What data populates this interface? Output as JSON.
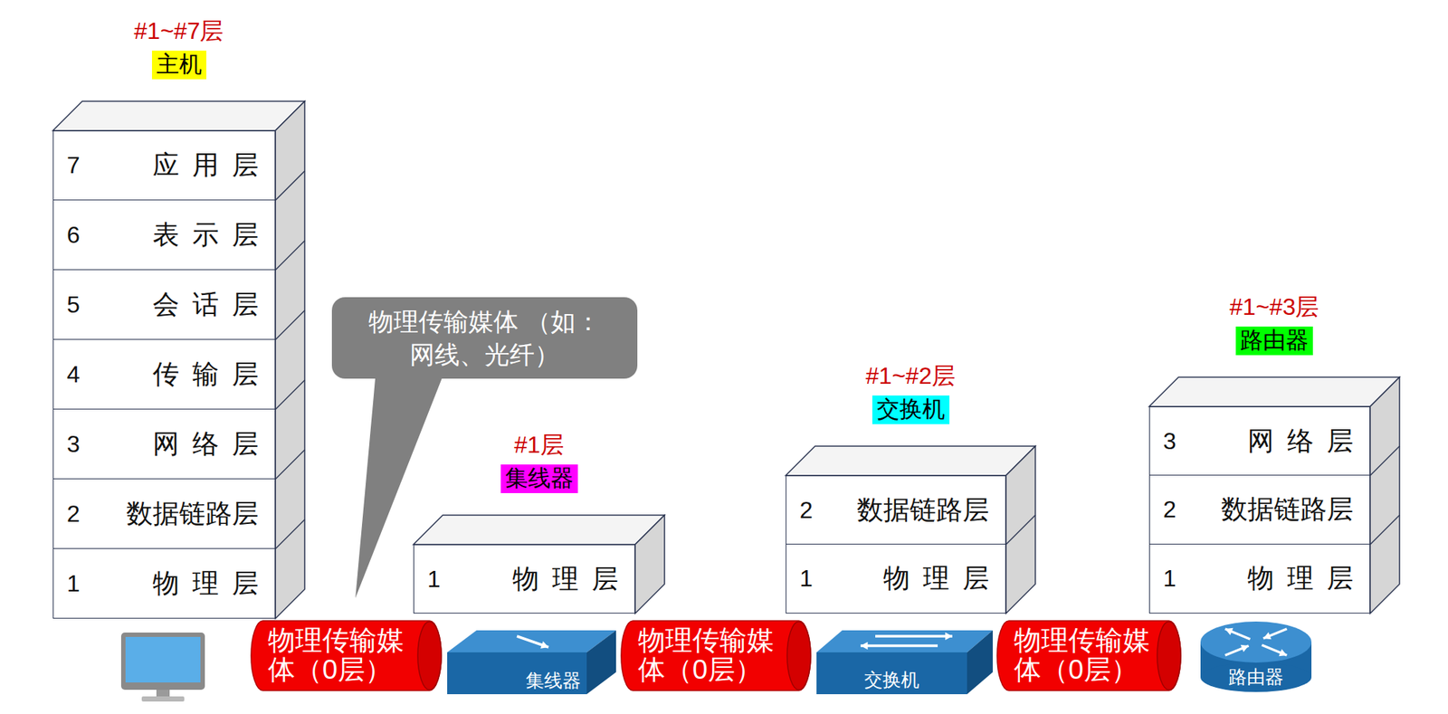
{
  "diagram": {
    "nodes": [
      {
        "text": [
          "#1~#7层",
          "主机"
        ]
      },
      {
        "text": [
          "7",
          "应用层"
        ],
        "in": 0
      },
      {
        "text": [
          "6",
          "表示层"
        ],
        "in": 0
      },
      {
        "text": [
          "5",
          "会话层"
        ],
        "in": 0
      },
      {
        "text": [
          "4",
          "传输层"
        ],
        "in": 0
      },
      {
        "text": [
          "3",
          "网络层"
        ],
        "in": 0
      },
      {
        "text": [
          "2",
          "数据链路层"
        ],
        "in": 0
      },
      {
        "text": [
          "1",
          "物理层"
        ],
        "in": 0
      },
      {
        "text": [
          "物理传输媒体 （如：网线、光纤）"
        ]
      },
      {
        "text": [
          "#1层",
          "集线器"
        ]
      },
      {
        "text": [
          "1",
          "物理层"
        ],
        "in": 9
      },
      {
        "text": [
          "#1~#2层",
          "交换机"
        ]
      },
      {
        "text": [
          "2",
          "数据链路层"
        ],
        "in": 11
      },
      {
        "text": [
          "1",
          "物理层"
        ],
        "in": 11
      },
      {
        "text": [
          "#1~#3层",
          "路由器"
        ]
      },
      {
        "text": [
          "3",
          "网络层"
        ],
        "in": 14
      },
      {
        "text": [
          "2",
          "数据链路层"
        ],
        "in": 14
      },
      {
        "text": [
          "1",
          "物理层"
        ],
        "in": 14
      },
      {
        "text": [
          "物理传输媒体（0层）"
        ]
      },
      {
        "text": [
          "集线器"
        ]
      },
      {
        "text": [
          "物理传输媒体（0层）"
        ]
      },
      {
        "text": [
          "交换机"
        ]
      },
      {
        "text": [
          "物理传输媒体（0层）"
        ]
      },
      {
        "text": [
          "路由器"
        ]
      }
    ]
  }
}
